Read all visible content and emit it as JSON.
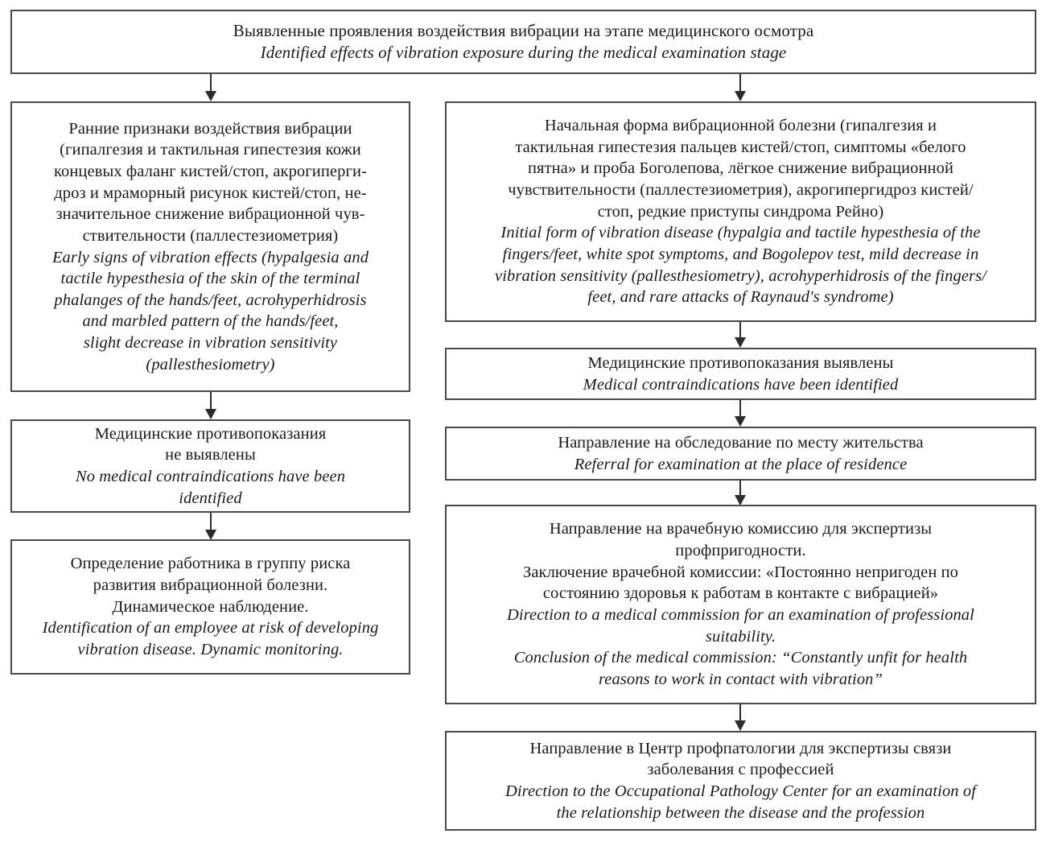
{
  "diagram": {
    "title_node": {
      "id": "identified-effects",
      "ru": "Выявленные проявления воздействия вибрации на этапе медицинского осмотра",
      "en": "Identified effects of vibration exposure during the medical examination stage"
    },
    "left_branch": [
      {
        "id": "early-signs",
        "ru": "Ранние признаки воздействия вибрации\n(гипалгезия и тактильная гипестезия кожи\nконцевых фаланг кистей/стоп, акрогиперги-\nдроз и мраморный рисунок кистей/стоп, не-\nзначительное снижение вибрационной чув-\nствительности (паллестезиометрия)",
        "en": "Early signs of vibration effects (hypalgesia and\ntactile hypesthesia of the skin of the terminal\nphalanges of the hands/feet, acrohyperhidrosis\nand marbled pattern of the hands/feet,\nslight decrease in vibration sensitivity\n(pallesthesiometry)"
      },
      {
        "id": "no-contraindications",
        "ru": "Медицинские противопоказания\nне выявлены",
        "en": "No medical contraindications have been\nidentified"
      },
      {
        "id": "risk-group",
        "ru": "Определение работника в группу риска\nразвития вибрационной болезни.\nДинамическое наблюдение.",
        "en": "Identification of an employee at risk of developing\nvibration disease. Dynamic monitoring."
      }
    ],
    "right_branch": [
      {
        "id": "initial-form",
        "ru": "Начальная форма вибрационной болезни (гипалгезия и\nтактильная гипестезия пальцев кистей/стоп, симптомы «белого\nпятна» и проба Боголепова, лёгкое снижение вибрационной\nчувствительности (паллестезиометрия), акрогипергидроз кистей/\nстоп, редкие приступы синдрома Рейно)",
        "en": "Initial form of vibration disease (hypalgia and tactile hypesthesia of the\nfingers/feet, white spot symptoms, and Bogolepov test, mild decrease in\nvibration sensitivity (pallesthesiometry), acrohyperhidrosis of the fingers/\nfeet, and rare attacks of Raynaud's syndrome)"
      },
      {
        "id": "contraindications-identified",
        "ru": "Медицинские противопоказания выявлены",
        "en": "Medical contraindications have been identified"
      },
      {
        "id": "referral-residence",
        "ru": "Направление на обследование по месту жительства",
        "en": "Referral for examination at the place of residence"
      },
      {
        "id": "medical-commission",
        "ru": "Направление на врачебную комиссию для экспертизы\nпрофпригодности.\nЗаключение врачебной комиссии: «Постоянно непригоден по\nсостоянию здоровья к работам в контакте с вибрацией»",
        "en": "Direction to a medical commission for an examination of professional\nsuitability.\nConclusion of the medical commission: “Constantly unfit for health\nreasons to work in contact with vibration”"
      },
      {
        "id": "occupational-pathology-center",
        "ru": "Направление в Центр профпатологии для экспертизы связи\nзаболевания с профессией",
        "en": "Direction to the Occupational Pathology Center for an examination of\nthe relationship between the disease and the profession"
      }
    ],
    "colors": {
      "border": "#4a4a4a",
      "arrow": "#2b2b2b",
      "text": "#1a1a1a",
      "background": "#ffffff"
    }
  }
}
